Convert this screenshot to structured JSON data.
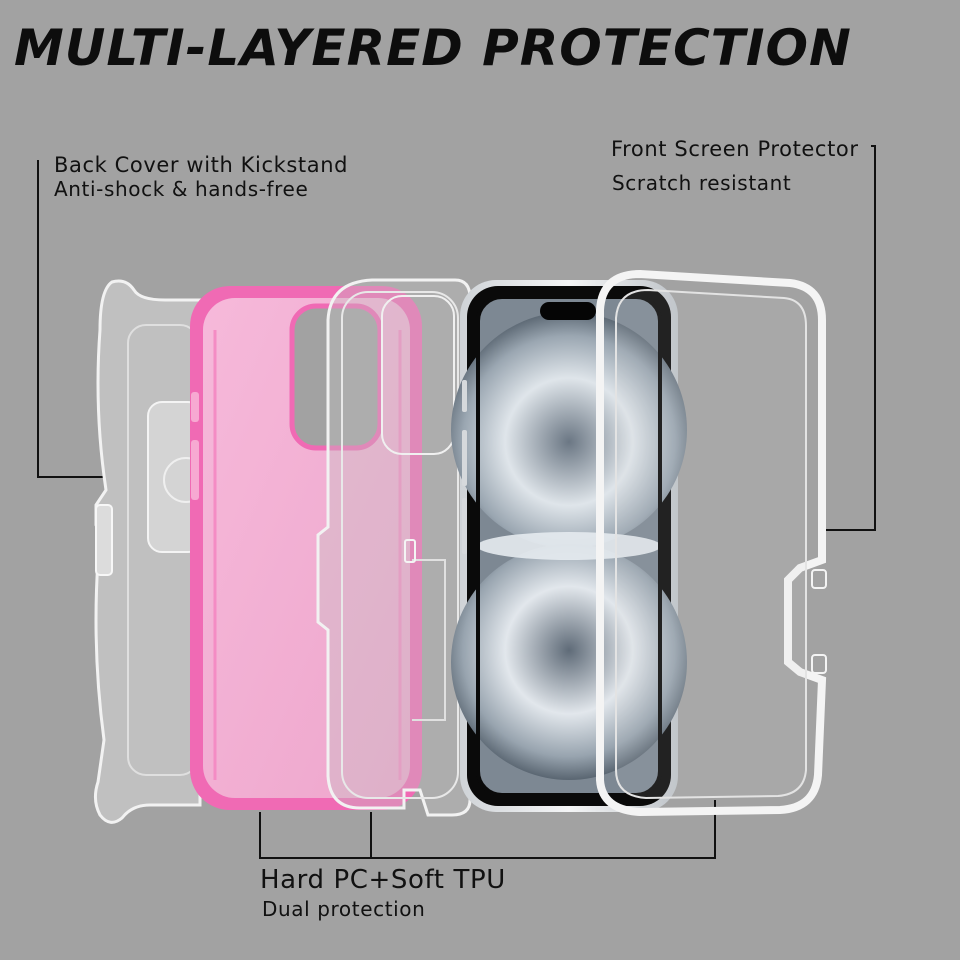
{
  "headline": "MULTI-LAYERED PROTECTION",
  "callouts": {
    "back_cover": {
      "title": "Back Cover with Kickstand",
      "subtitle": "Anti-shock & hands-free"
    },
    "front_screen": {
      "title": "Front Screen Protector",
      "subtitle": "Scratch resistant"
    },
    "dual_layer": {
      "title": "Hard PC+Soft TPU",
      "subtitle": "Dual protection"
    }
  },
  "colors": {
    "background": "#a2a2a2",
    "accent_pink": "#f06ab4",
    "text": "#111111"
  }
}
